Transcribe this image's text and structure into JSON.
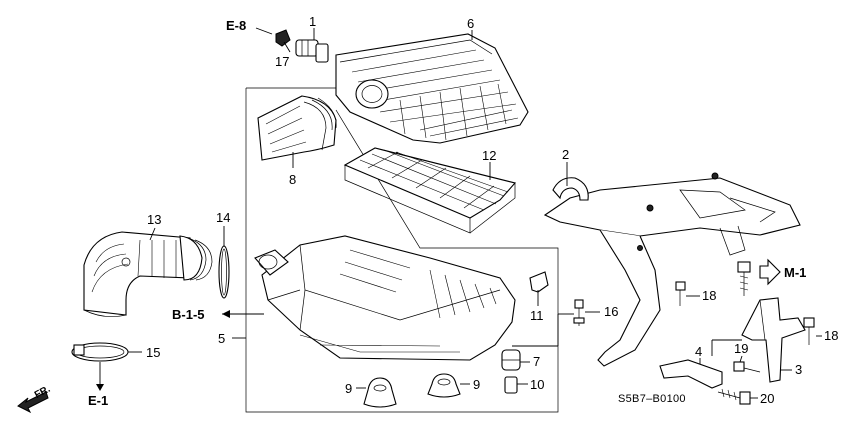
{
  "diagram_code": "S5B7–B0100",
  "direction_label": "FR.",
  "refs": {
    "e8": "E-8",
    "b15": "B-1-5",
    "m1": "M-1",
    "e1": "E-1"
  },
  "callouts": {
    "c1": "1",
    "c2": "2",
    "c3": "3",
    "c4": "4",
    "c5": "5",
    "c6": "6",
    "c7": "7",
    "c8": "8",
    "c9a": "9",
    "c9b": "9",
    "c10": "10",
    "c11": "11",
    "c12": "12",
    "c13": "13",
    "c14": "14",
    "c15": "15",
    "c16": "16",
    "c17": "17",
    "c18a": "18",
    "c18b": "18",
    "c19": "19",
    "c20": "20"
  },
  "icons": {
    "fr": "fr-arrow-icon",
    "m1": "hollow-arrow-icon",
    "b15": "arrow-left-icon"
  }
}
